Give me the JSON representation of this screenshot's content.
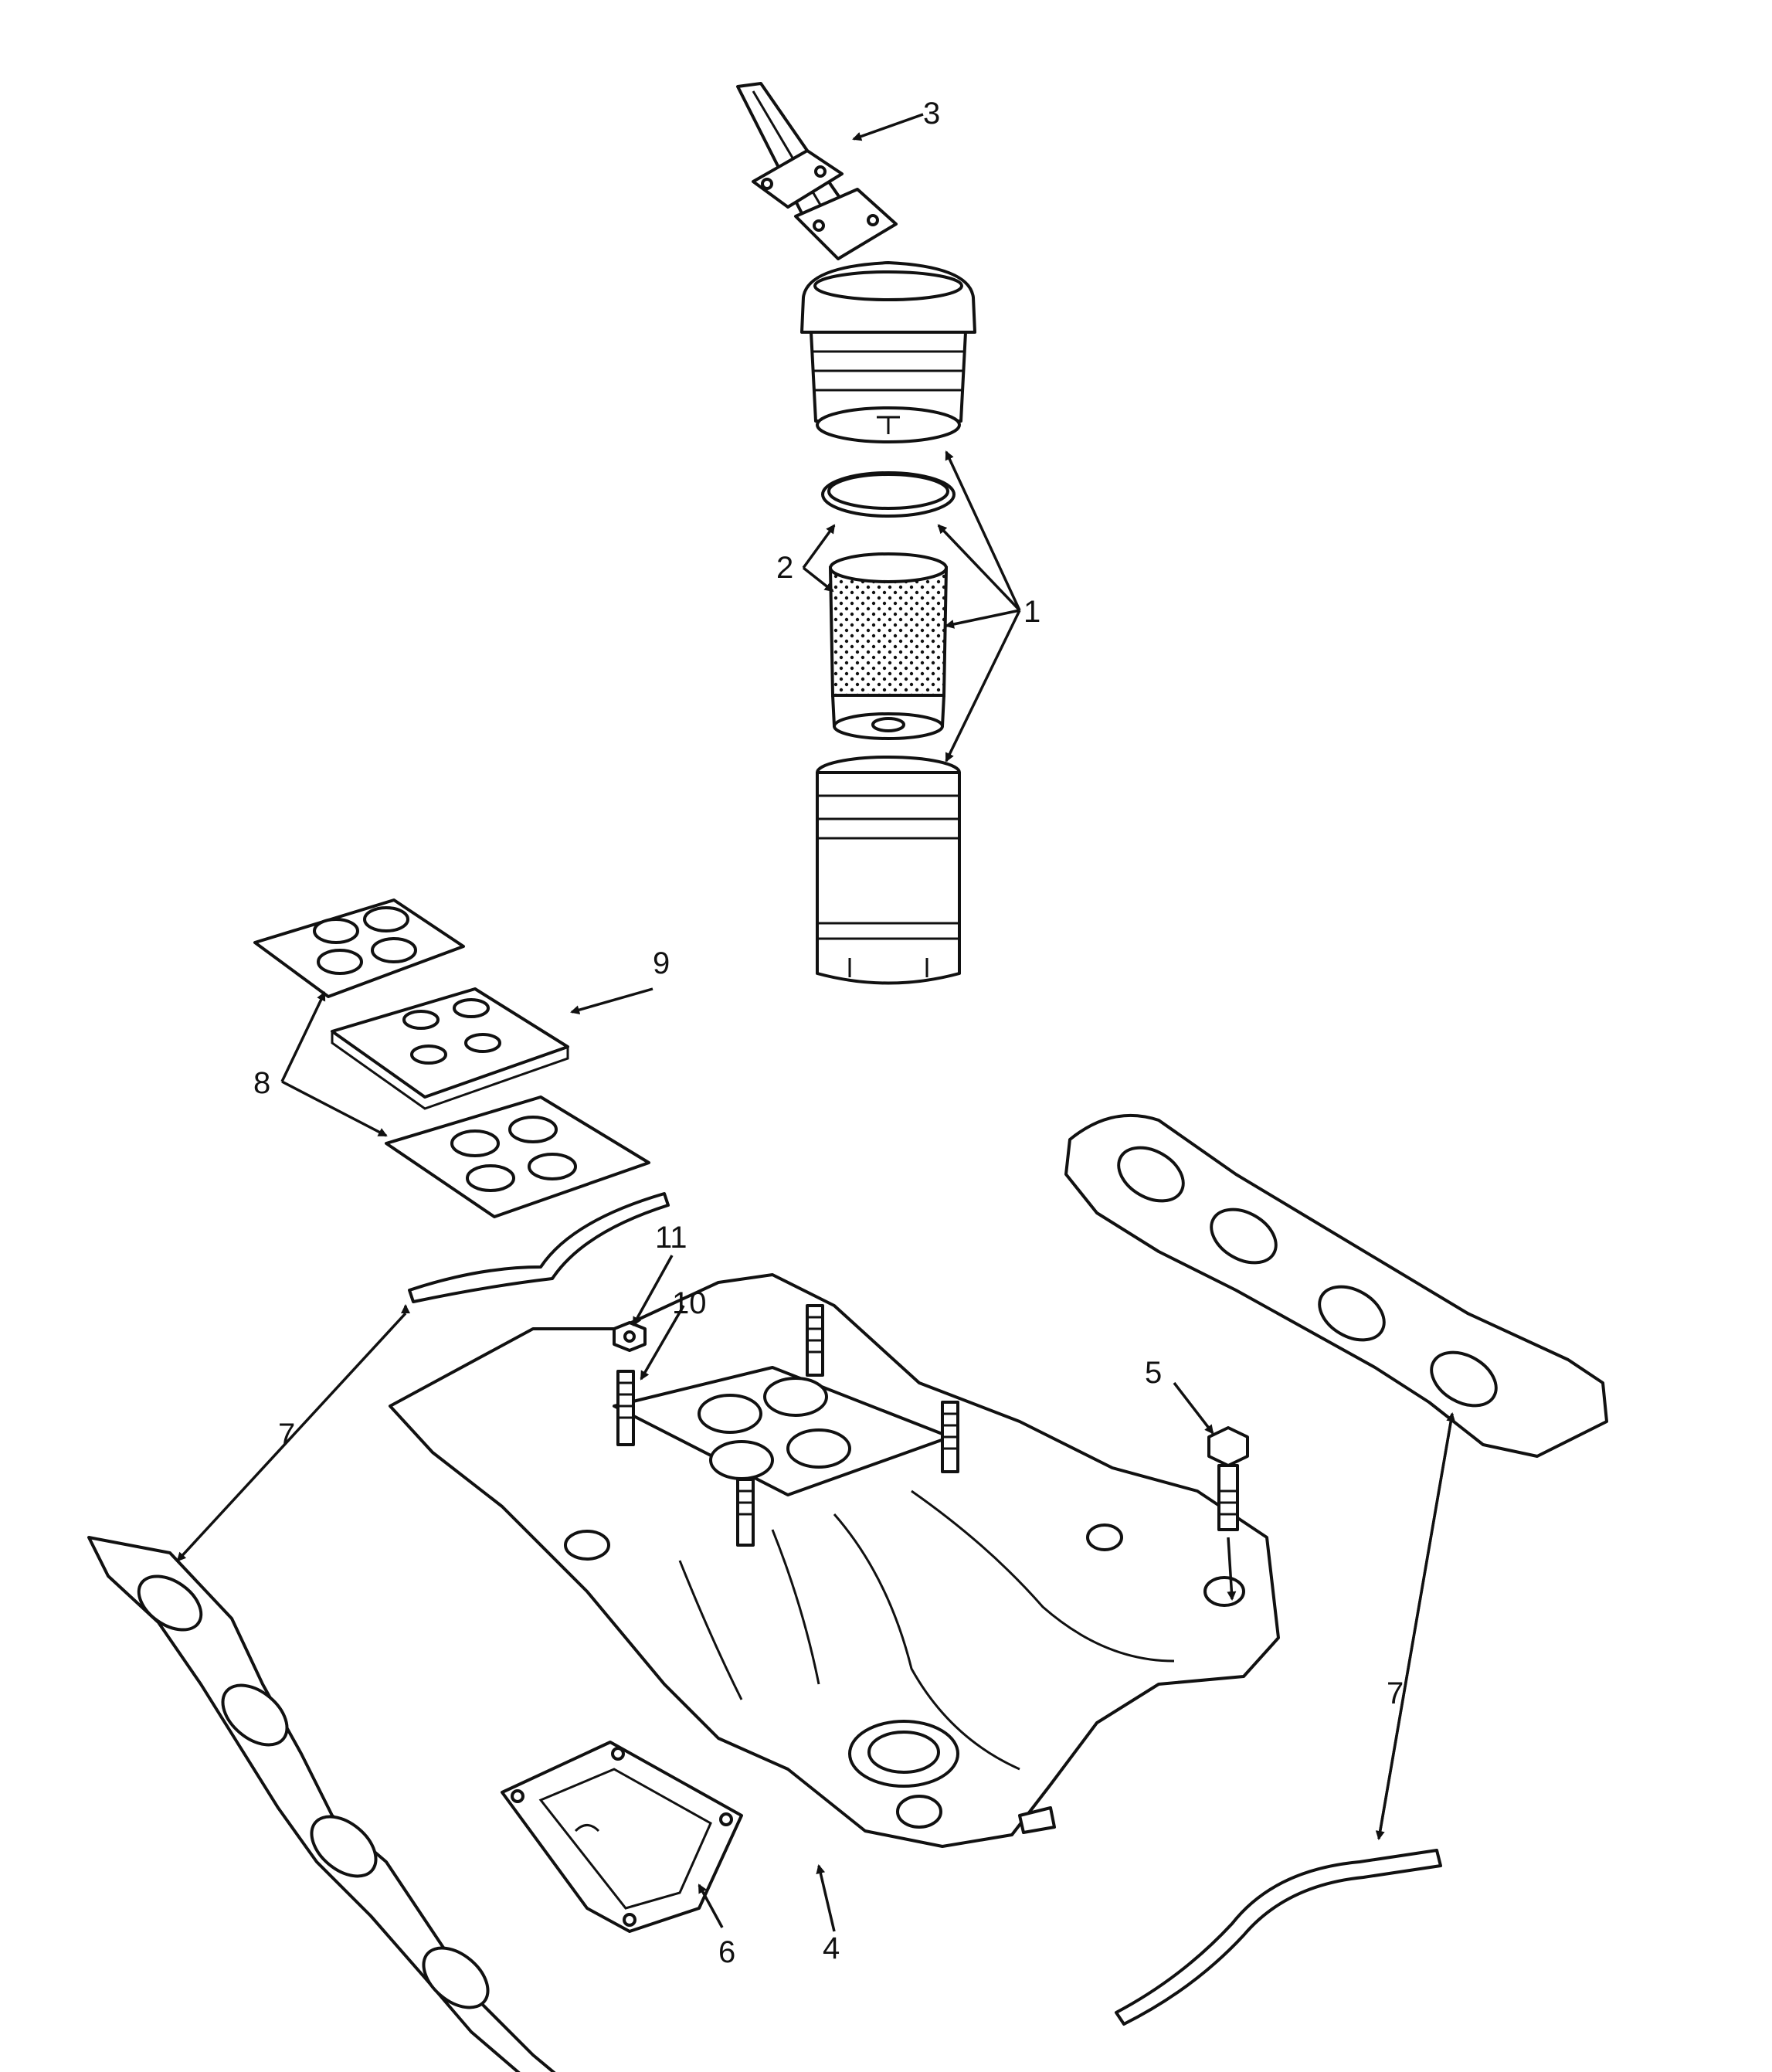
{
  "figure": {
    "callouts": [
      {
        "id": "c1",
        "text": "1"
      },
      {
        "id": "c2",
        "text": "2"
      },
      {
        "id": "c3",
        "text": "3"
      },
      {
        "id": "c4",
        "text": "4"
      },
      {
        "id": "c5",
        "text": "5"
      },
      {
        "id": "c6",
        "text": "6"
      },
      {
        "id": "c7a",
        "text": "7"
      },
      {
        "id": "c7b",
        "text": "7"
      },
      {
        "id": "c8",
        "text": "8"
      },
      {
        "id": "c9",
        "text": "9"
      },
      {
        "id": "c10",
        "text": "10"
      },
      {
        "id": "c11",
        "text": "11"
      }
    ]
  }
}
